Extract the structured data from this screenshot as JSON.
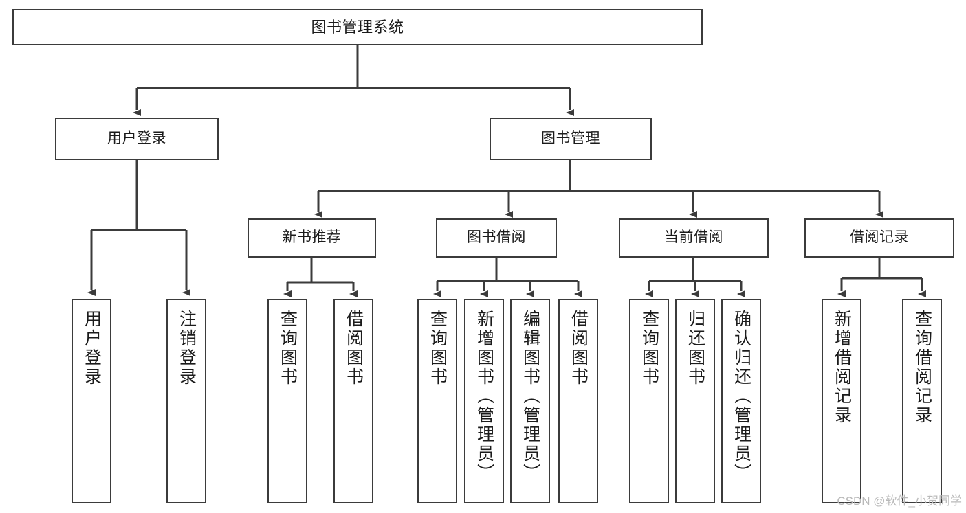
{
  "diagram": {
    "title": "图书管理系统",
    "watermark": "CSDN @软件_小贺同学",
    "stroke_color": "#3b3b3b",
    "background_color": "#ffffff",
    "text_color": "#1b1b1b",
    "watermark_color": "#b9b9b9"
  },
  "nodes": {
    "root": {
      "label": "图书管理系统"
    },
    "level1": [
      {
        "label": "用户登录"
      },
      {
        "label": "图书管理"
      }
    ],
    "level2": [
      {
        "label": "新书推荐"
      },
      {
        "label": "图书借阅"
      },
      {
        "label": "当前借阅"
      },
      {
        "label": "借阅记录"
      }
    ],
    "login_leaves": [
      {
        "label": "用户登录"
      },
      {
        "label": "注销登录"
      }
    ],
    "newbook_leaves": [
      {
        "label": "查询图书"
      },
      {
        "label": "借阅图书"
      }
    ],
    "borrow_leaves": [
      {
        "label": "查询图书"
      },
      {
        "label": "新增图书（管理员）"
      },
      {
        "label": "编辑图书（管理员）"
      },
      {
        "label": "借阅图书"
      }
    ],
    "current_leaves": [
      {
        "label": "查询图书"
      },
      {
        "label": "归还图书"
      },
      {
        "label": "确认归还（管理员）"
      }
    ],
    "record_leaves": [
      {
        "label": "新增借阅记录"
      },
      {
        "label": "查询借阅记录"
      }
    ]
  }
}
